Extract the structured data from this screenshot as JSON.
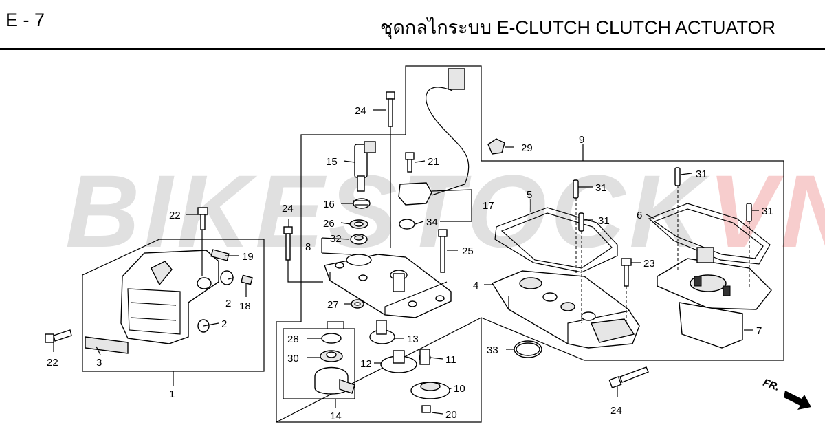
{
  "header": {
    "code": "E - 7",
    "title": "ชุดกลไกระบบ E-CLUTCH  CLUTCH ACTUATOR"
  },
  "watermark": {
    "part_a": "BIKESTOCK",
    "part_b": "VN"
  },
  "direction_label": "FR.",
  "callouts": {
    "c1": "1",
    "c2a": "2",
    "c2b": "2",
    "c3": "3",
    "c4": "4",
    "c5": "5",
    "c6": "6",
    "c7": "7",
    "c8": "8",
    "c9": "9",
    "c10": "10",
    "c11": "11",
    "c12": "12",
    "c13": "13",
    "c14": "14",
    "c15": "15",
    "c16": "16",
    "c17": "17",
    "c18": "18",
    "c19": "19",
    "c20": "20",
    "c21": "21",
    "c22a": "22",
    "c22b": "22",
    "c23": "23",
    "c24a": "24",
    "c24b": "24",
    "c24c": "24",
    "c25": "25",
    "c26": "26",
    "c27": "27",
    "c28": "28",
    "c29": "29",
    "c30": "30",
    "c31a": "31",
    "c31b": "31",
    "c31c": "31",
    "c31d": "31",
    "c32": "32",
    "c33": "33",
    "c34": "34"
  }
}
